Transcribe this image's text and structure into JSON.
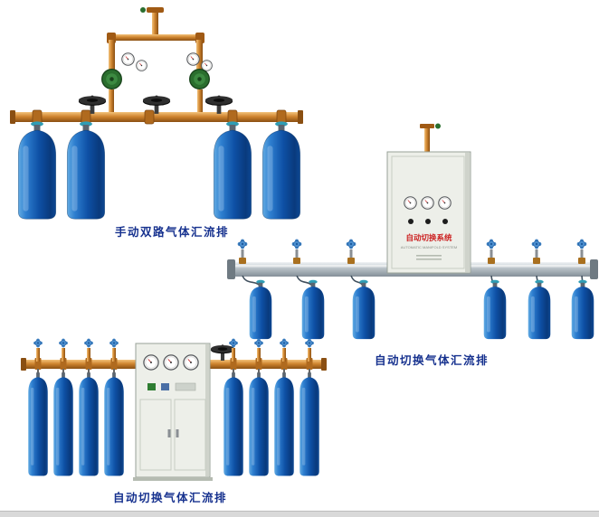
{
  "products": [
    {
      "id": "manual-dual-manifold",
      "caption": "手动双路气体汇流排",
      "cylinders": 4
    },
    {
      "id": "auto-switch-manifold",
      "caption": "自动切换气体汇流排",
      "cylinders": 6
    },
    {
      "id": "auto-switch-manifold-2",
      "caption": "自动切换气体汇流排",
      "cylinders": 8
    }
  ],
  "cabinet": {
    "title": "自动切换系统",
    "subtitle": "AUTOMATIC MANIFOLD SYSTEM"
  },
  "colors": {
    "caption_text": "#17328f",
    "cylinder_blue": "#0e50a5",
    "brass_pipe": "#cf8530",
    "rail_silver": "#b7c0c6",
    "cabinet_body": "#edefe9",
    "cabinet_label_red": "#cc2222",
    "background": "#ffffff"
  }
}
